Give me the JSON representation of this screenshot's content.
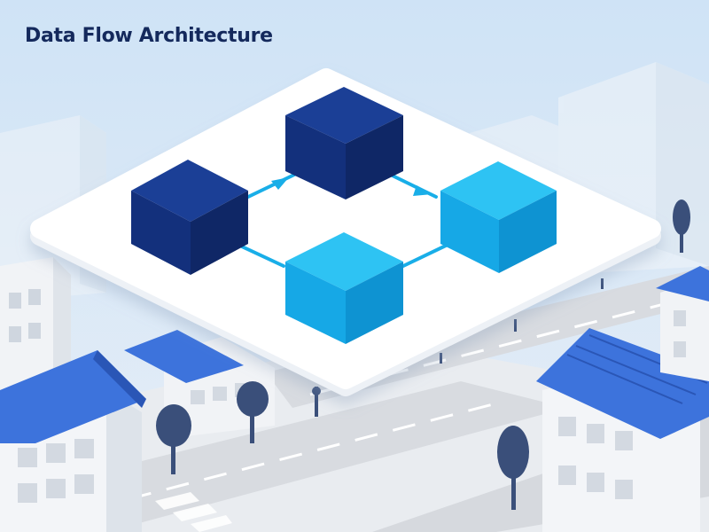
{
  "title": "Data Flow Architecture",
  "colors": {
    "sky_top": "#cfe3f6",
    "sky_bottom": "#e8f1fa",
    "building": "#eef1f5",
    "building_shade": "#d9dfe7",
    "roof": "#3a6fd8",
    "roof_dark": "#2550b0",
    "platform": "#ffffff",
    "cube_dark": "#12307a",
    "cube_light": "#11a8e8",
    "arrow": "#19aee8",
    "road": "#d6d9de",
    "tree": "#3a4f7a"
  },
  "diagram": {
    "nodes": [
      {
        "id": "node-left",
        "tone": "dark"
      },
      {
        "id": "node-top",
        "tone": "dark"
      },
      {
        "id": "node-right",
        "tone": "light"
      },
      {
        "id": "node-bottom",
        "tone": "light"
      }
    ],
    "edges": [
      {
        "from": "node-left",
        "to": "node-top",
        "arrowhead": true
      },
      {
        "from": "node-top",
        "to": "node-right",
        "arrowhead": true
      },
      {
        "from": "node-left",
        "to": "node-bottom",
        "arrowhead": false
      },
      {
        "from": "node-bottom",
        "to": "node-right",
        "arrowhead": false
      }
    ]
  }
}
